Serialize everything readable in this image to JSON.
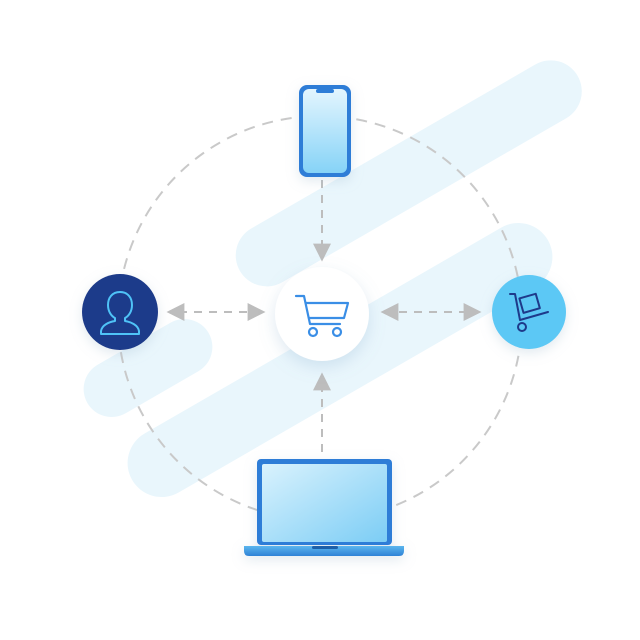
{
  "diagram": {
    "nodes": [
      {
        "id": "phone",
        "icon": "smartphone-icon"
      },
      {
        "id": "customer",
        "icon": "user-silhouette-icon"
      },
      {
        "id": "cart",
        "icon": "shopping-cart-icon"
      },
      {
        "id": "delivery",
        "icon": "hand-truck-box-icon"
      },
      {
        "id": "laptop",
        "icon": "laptop-icon"
      }
    ],
    "connections": [
      {
        "from": "phone",
        "to": "cart",
        "style": "dashed-arrow"
      },
      {
        "from": "laptop",
        "to": "cart",
        "style": "dashed-arrow"
      },
      {
        "from": "cart",
        "to": "customer",
        "style": "dashed-double-arrow"
      },
      {
        "from": "cart",
        "to": "delivery",
        "style": "dashed-double-arrow"
      }
    ],
    "ring": "dashed-circle",
    "colors": {
      "navy": "#1E3A8A",
      "blue": "#2E7DD7",
      "sky": "#4FC3F7",
      "light_blue": "#BFE6FA",
      "stripe": "#E9F6FC",
      "dash": "#C9C9C9",
      "arrow": "#BDBDBD",
      "cart_stroke": "#3A8EE6"
    }
  }
}
